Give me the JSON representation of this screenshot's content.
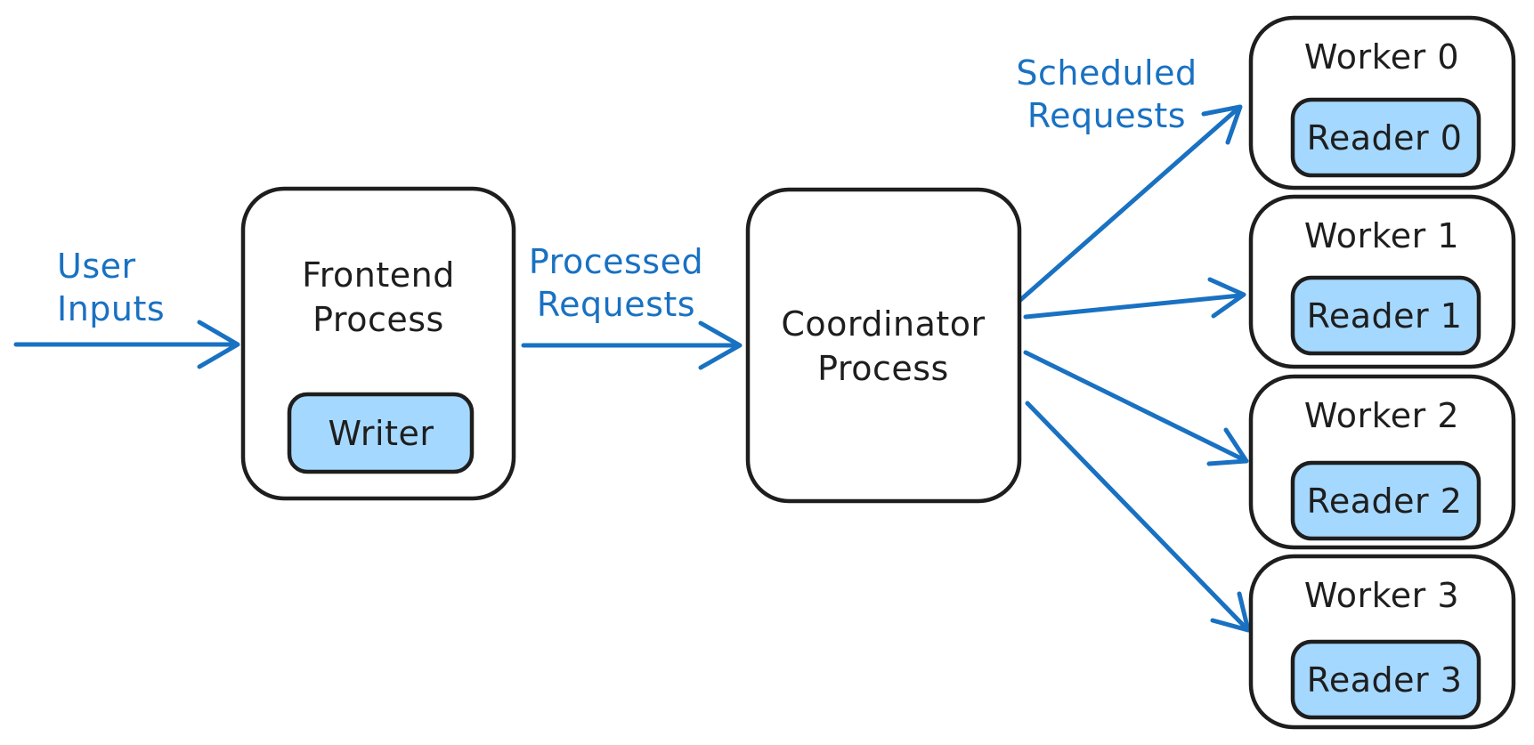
{
  "diagram": {
    "type": "flow-diagram",
    "edge_labels": {
      "user_inputs": {
        "line1": "User",
        "line2": "Inputs"
      },
      "processed_requests": {
        "line1": "Processed",
        "line2": "Requests"
      },
      "scheduled_requests": {
        "line1": "Scheduled",
        "line2": "Requests"
      }
    },
    "nodes": {
      "frontend": {
        "title_line1": "Frontend",
        "title_line2": "Process",
        "child": "Writer"
      },
      "coordinator": {
        "title_line1": "Coordinator",
        "title_line2": "Process"
      },
      "workers": [
        {
          "label": "Worker 0",
          "reader": "Reader 0"
        },
        {
          "label": "Worker 1",
          "reader": "Reader 1"
        },
        {
          "label": "Worker 2",
          "reader": "Reader 2"
        },
        {
          "label": "Worker 3",
          "reader": "Reader 3"
        }
      ]
    },
    "edges": [
      {
        "from": "user-inputs",
        "to": "frontend-process",
        "label": "User Inputs"
      },
      {
        "from": "frontend-process",
        "to": "coordinator-process",
        "label": "Processed Requests"
      },
      {
        "from": "coordinator-process",
        "to": "worker-0",
        "label": "Scheduled Requests"
      },
      {
        "from": "coordinator-process",
        "to": "worker-1",
        "label": "Scheduled Requests"
      },
      {
        "from": "coordinator-process",
        "to": "worker-2",
        "label": "Scheduled Requests"
      },
      {
        "from": "coordinator-process",
        "to": "worker-3",
        "label": "Scheduled Requests"
      }
    ],
    "colors": {
      "accent-blue": "#1971c2",
      "ink": "#1e1e1e",
      "highlight-fill": "#a5d8ff",
      "node-fill": "#ffffff",
      "background": "#ffffff"
    }
  }
}
